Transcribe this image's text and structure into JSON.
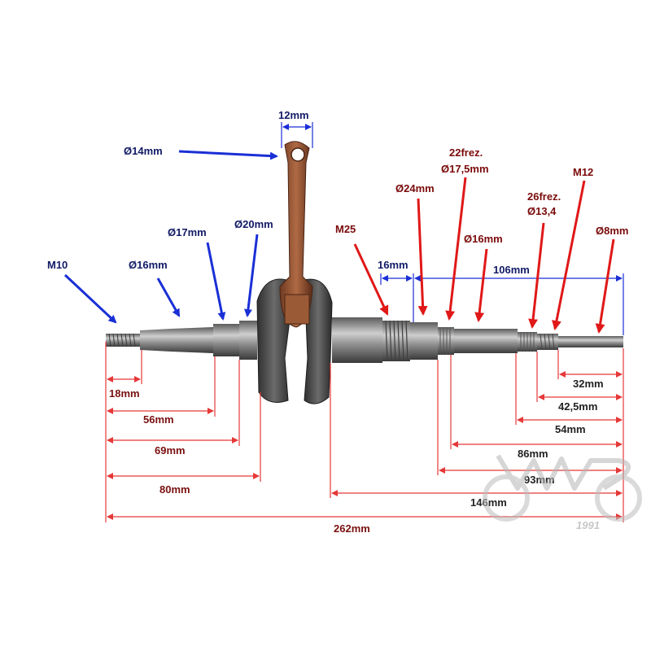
{
  "labels": {
    "m10": "M10",
    "d16_left": "Ø16mm",
    "d17": "Ø17mm",
    "d20": "Ø20mm",
    "d14": "Ø14mm",
    "w12": "12mm",
    "m25": "M25",
    "d24": "Ø24mm",
    "frez22_line1": "22frez.",
    "frez22_line2": "Ø17,5mm",
    "d16_right": "Ø16mm",
    "frez26_line1": "26frez.",
    "frez26_line2": "Ø13,4",
    "m12": "M12",
    "d8": "Ø8mm",
    "dim16": "16mm",
    "dim106": "106mm"
  },
  "dimensions_left": [
    "18mm",
    "56mm",
    "69mm",
    "80mm"
  ],
  "dimensions_right": [
    "32mm",
    "42,5mm",
    "54mm",
    "86mm",
    "93mm",
    "146mm"
  ],
  "total": "262mm",
  "watermark": {
    "brand": "WMS",
    "year": "1991"
  },
  "colors": {
    "blue_arrow": "#1a2fd6",
    "red_arrow": "#e01818",
    "dimension_line": "#e63838",
    "dimension_text": "#7a1010"
  }
}
